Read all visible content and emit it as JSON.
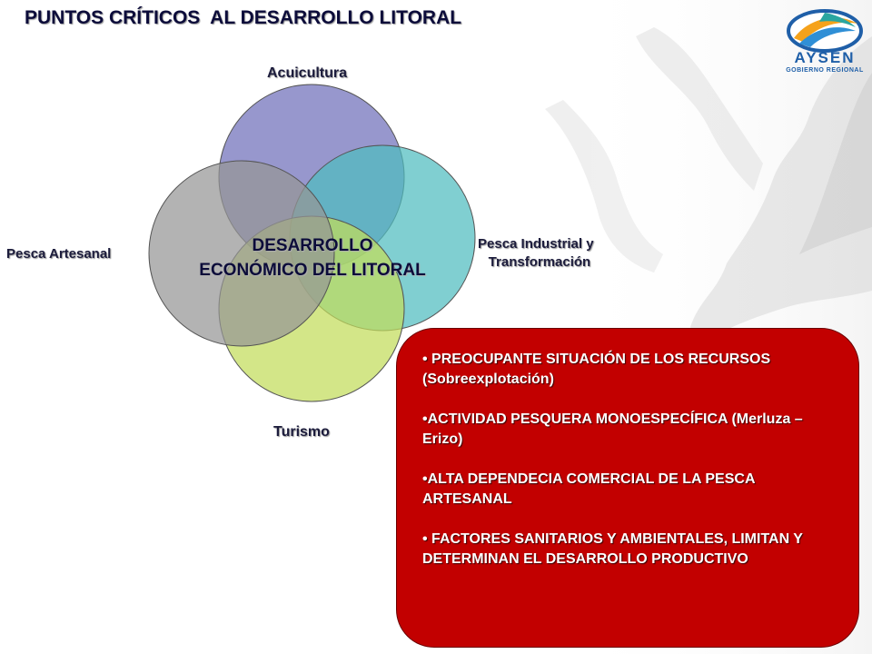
{
  "title": "PUNTOS CRÍTICOS  AL DESARROLLO LITORAL",
  "logo": {
    "name": "AYSEN",
    "subtitle": "GOBIERNO REGIONAL"
  },
  "diagram": {
    "circles": [
      {
        "label": "Acuicultura",
        "color": "#6f6fba"
      },
      {
        "label": "Pesca Industrial y\n  Transformación",
        "color": "#4fbdbf"
      },
      {
        "label": "Turismo",
        "color": "#c2dc5a"
      },
      {
        "label": "Pesca Artesanal",
        "color": "#959595"
      }
    ],
    "center": [
      "DESARROLLO",
      "ECONÓMICO DEL LITORAL"
    ]
  },
  "box": {
    "color": "#c20000",
    "items": [
      "• PREOCUPANTE SITUACIÓN DE LOS RECURSOS (Sobreexplotación)",
      "•ACTIVIDAD PESQUERA MONOESPECÍFICA (Merluza – Erizo)",
      "•ALTA DEPENDECIA COMERCIAL DE LA PESCA ARTESANAL",
      "• FACTORES SANITARIOS Y AMBIENTALES, LIMITAN Y DETERMINAN EL DESARROLLO PRODUCTIVO"
    ]
  }
}
